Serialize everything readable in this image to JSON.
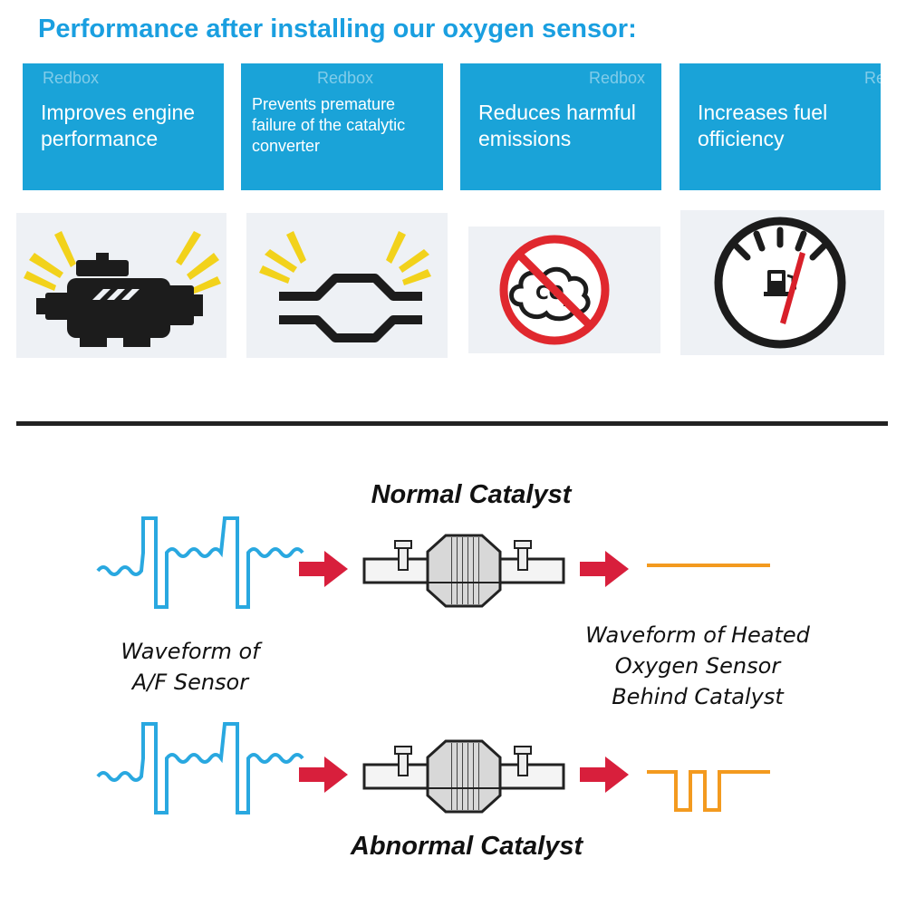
{
  "title": "Performance after installing our oxygen sensor:",
  "watermark": "Redbox",
  "benefits": [
    {
      "label": "Improves engine performance",
      "icon": "engine-icon"
    },
    {
      "label": "Prevents premature failure of the catalytic converter",
      "icon": "catalytic-converter-icon"
    },
    {
      "label": "Reduces harmful emissions",
      "icon": "no-co2-icon"
    },
    {
      "label": "Increases fuel officiency",
      "icon": "fuel-gauge-icon"
    }
  ],
  "co2_text": "CO",
  "co2_sub": "2",
  "diagram": {
    "normal_title": "Normal Catalyst",
    "abnormal_title": "Abnormal Catalyst",
    "af_caption_1": "Waveform of",
    "af_caption_2": "A/F Sensor",
    "ho2_caption_1": "Waveform of Heated",
    "ho2_caption_2": "Oxygen Sensor",
    "ho2_caption_3": "Behind Catalyst"
  },
  "colors": {
    "title_blue": "#1a9fe0",
    "card_blue": "#1aa3d8",
    "wave_blue": "#29a8e0",
    "arrow_red": "#d81f3c",
    "wave_orange": "#f39a1f"
  }
}
